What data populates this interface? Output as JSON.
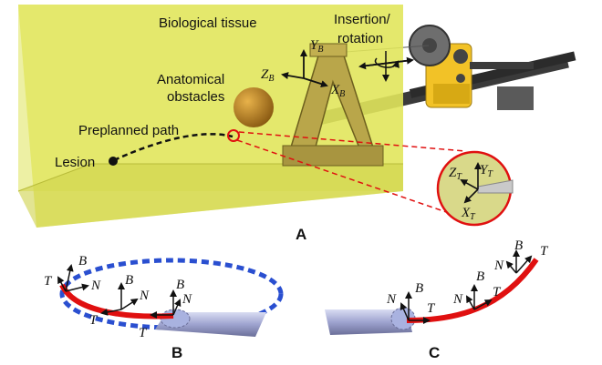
{
  "panel_a": {
    "tissue_label": "Biological tissue",
    "insertion_line1": "Insertion/",
    "insertion_line2": "rotation",
    "obstacles_line1": "Anatomical",
    "obstacles_line2": "obstacles",
    "path_label": "Preplanned path",
    "lesion_label": "Lesion",
    "base_frame": {
      "y": "Y",
      "z": "Z",
      "x": "X",
      "sub": "B"
    },
    "tip_frame": {
      "y": "Y",
      "z": "Z",
      "x": "X",
      "sub": "T"
    },
    "panel_letter": "A"
  },
  "panel_b": {
    "panel_letter": "B",
    "frame_labels": {
      "t": "T",
      "n": "N",
      "b": "B"
    }
  },
  "panel_c": {
    "panel_letter": "C",
    "frame_labels": {
      "t": "T",
      "n": "N",
      "b": "B"
    }
  },
  "colors": {
    "tissue": "#e4e860",
    "obstacle": "#c98a2a",
    "needle_path": "#e01010",
    "planned_circle": "#2a4fd0",
    "device_yellow": "#f2c227"
  }
}
